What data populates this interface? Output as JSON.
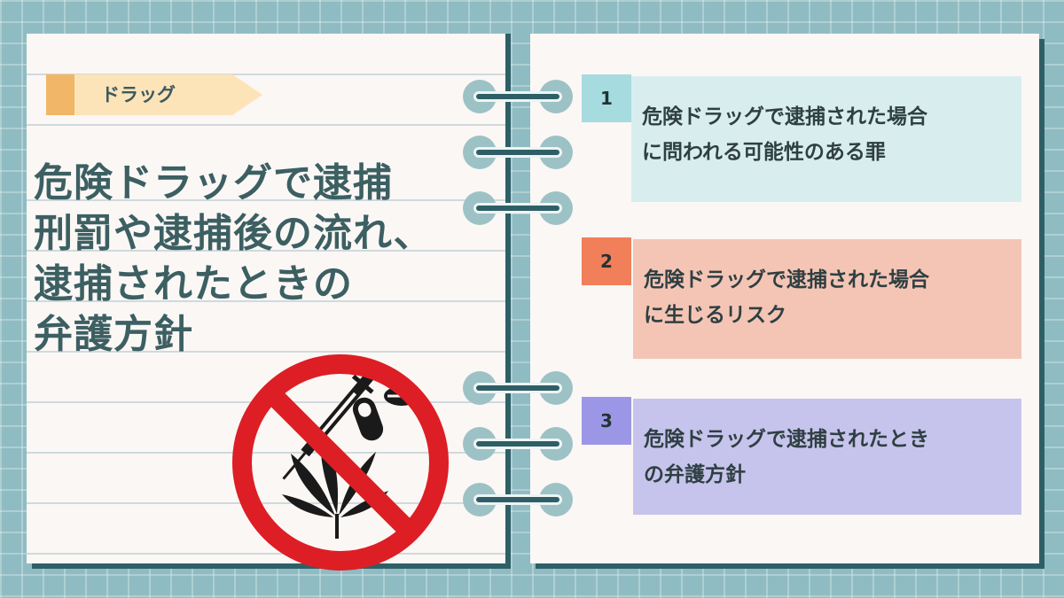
{
  "tag": {
    "label": "ドラッグ"
  },
  "title": {
    "lines": [
      "危険ドラッグで逮捕",
      "刑罰や逮捕後の流れ、",
      "逮捕されたときの",
      "弁護方針"
    ]
  },
  "items": [
    {
      "number": "1",
      "line1": "危険ドラッグで逮捕された場合",
      "line2": "に問われる可能性のある罪"
    },
    {
      "number": "2",
      "line1": "危険ドラッグで逮捕された場合",
      "line2": "に生じるリスク"
    },
    {
      "number": "3",
      "line1": "危険ドラッグで逮捕されたとき",
      "line2": "の弁護方針"
    }
  ],
  "colors": {
    "background": "#8fbcc2",
    "page": "#fbf7f5",
    "title": "#3c5f62",
    "tag": "#fde3b8",
    "tag_stripe": "#f1b668",
    "item1_box": "#d8eeee",
    "item1_num": "#a6dbdf",
    "item2_box": "#f4c5b5",
    "item2_num": "#f07f5a",
    "item3_box": "#c6c4ec",
    "item3_num": "#9b97e6",
    "ban_red": "#dd1e25"
  },
  "icons": [
    "no-drugs-icon",
    "syringe-icon",
    "pill-icon",
    "cannabis-leaf-icon",
    "notebook-ring-icon"
  ]
}
